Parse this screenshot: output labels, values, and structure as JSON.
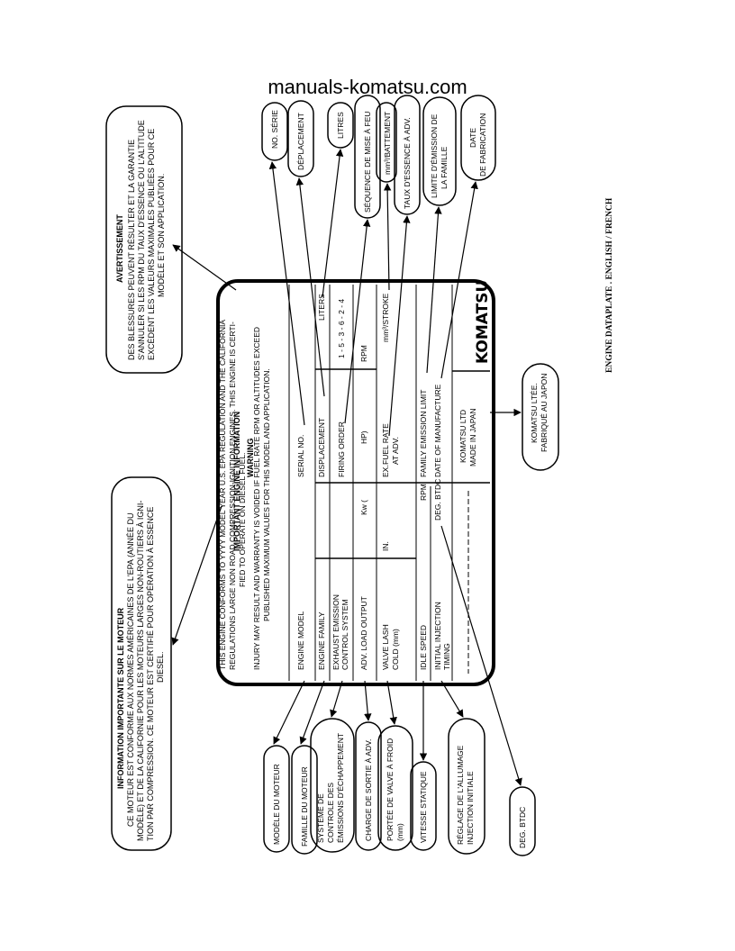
{
  "watermark": "manuals-komatsu.com",
  "figure_title": "ENGINE DATAPLATE . ENGLISH / FRENCH",
  "plate": {
    "heading": "IMPORTANT ENGINE INFORMATION",
    "intro_1": "THIS ENGINE CONFORMS TO YYYY MODEL YEAR U.S. EPA REGULATION AND THE CALIFORNIA",
    "intro_2": "REGULATIONS LARGE NON ROAD COMPRESSION-IGNITION ENGINES. THIS ENGINE IS CERTI-",
    "intro_3": "FIED TO OPERATE ON DIESEL FUEL.",
    "warning_title": "WARNING",
    "warning_1": "INJURY MAY RESULT AND WARRANTY IS VOIDED IF FUEL RATE RPM OR ALTITUDES EXCEED",
    "warning_2": "PUBLISHED MAXIMUM VALUES FOR THIS MODEL AND APPLICATION.",
    "engine_model": "ENGINE MODEL",
    "serial_no": "SERIAL NO.",
    "engine_family": "ENGINE FAMILY",
    "displacement": "DISPLACEMENT",
    "liters": "LITERS",
    "exhaust_1": "EXHAUST EMISSION",
    "exhaust_2": "CONTROL SYSTEM",
    "firing_order": "FIRING ORDER",
    "firing_values": "1 - 5 - 3 - 6 - 2 - 4",
    "adv_load_output": "ADV. LOAD OUTPUT",
    "kw": "Kw (",
    "hp": "HP)",
    "rpm": "RPM",
    "valve_lash_1": "VALVE LASH",
    "valve_lash_2": "COLD (mm)",
    "in": "IN.",
    "ex": "EX.",
    "fuel_rate_1": "FUEL RATE",
    "fuel_rate_2": "AT ADV.",
    "mm3_stroke": "mm³/STROKE",
    "idle_speed": "IDLE SPEED",
    "rpm_2": "RPM",
    "family_emission_limit": "FAMILY EMISSION LIMIT",
    "initial_injection_1": "INITIAL INJECTION",
    "initial_injection_2": "TIMING",
    "deg_btdc": "DEG. BTDC",
    "date_of_manufacture": "DATE OF MANUFACTURE",
    "komatsu_ltd": "KOMATSU LTD",
    "made_in_japan": "MADE IN JAPAN",
    "logo": "KOMATSU"
  },
  "callouts_top": {
    "no_serie": "NO. SÉRIE",
    "deplacement": "DÉPLACEMENT",
    "litres": "LITRES",
    "sequence": "SÉQUENCE DE MISE À FEU",
    "mm3": "mm³/BATTEMENT",
    "taux": "TAUX D'ESSENCE À ADV.",
    "limite_1": "LIMITE D'ÉMISSION DE",
    "limite_2": "LA FAMILLE",
    "date_1": "DATE",
    "date_2": "DE FABRICATION"
  },
  "callouts_bottom": {
    "modele": "MODÈLE DU MOTEUR",
    "famille": "FAMILLE DU MOTEUR",
    "systeme_1": "SYSTÈME DE",
    "systeme_2": "CONTROLE DES",
    "systeme_3": "ÉMISSIONS D'ÉCHAPPEMENT",
    "charge": "CHARGE DE SORTIE À ADV.",
    "portee_1": "PORTÉE DE VALVE À FROID",
    "portee_2": "(mm)",
    "vitesse": "VITESSE STATIQUE",
    "reglage_1": "RÉGLAGE DE L'ALLUMAGE",
    "reglage_2": "INJECTION INITIALE",
    "deg": "DEG. BTDC"
  },
  "komatsu_ltee": {
    "line1": "KOMATSU LTÉE.",
    "line2": "FABRIQUÉ AU JAPON"
  },
  "avertissement": {
    "title": "AVERTISSEMENT",
    "line1": "DES BLESSURES PEUVENT RÉSULTER ET LA GARANTIE",
    "line2": "S'ANNULER SI LES RPM DU TAUX D'ESSENCE OU L'ALTITUDE",
    "line3": "EXCÈDENT LES VALEURS MAXIMALES PUBLIÉES POUR CE",
    "line4": "MODÈLE ET SON APPLICATION."
  },
  "information": {
    "title": "INFORMATION IMPORTANTE SUR LE MOTEUR",
    "line1": "CE MOTEUR EST CONFORME AUX NORMES AMÉRICAINES DE L'EPA (ANNÉE DU",
    "line2": "MODÈLE) ET DE LA CALIFORNIE POUR LES MOTEURS LARGES NON-ROUTIERS À IGNI-",
    "line3": "TION PAR COMPRESSION. CE MOTEUR EST CERTIFIÉ POUR OPÉRATION À ESSENCE",
    "line4": "DIESEL."
  }
}
